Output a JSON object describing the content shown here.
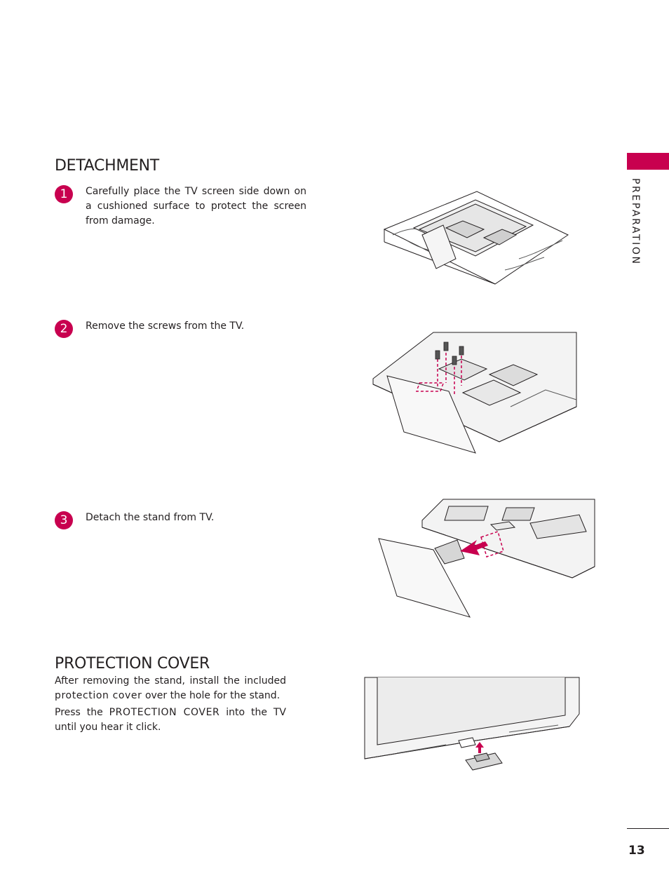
{
  "side_tab": {
    "label": "PREPARATION",
    "color": "#c8004f"
  },
  "page_number": "13",
  "detachment": {
    "title": "DETACHMENT",
    "steps": [
      {
        "number": "1",
        "text": "Carefully place the TV screen side down on a cushioned surface to protect the screen from damage."
      },
      {
        "number": "2",
        "text": "Remove the screws from the TV."
      },
      {
        "number": "3",
        "text": "Detach the stand from TV."
      }
    ]
  },
  "protection_cover": {
    "title": "PROTECTION COVER",
    "para1_before": "After removing the stand, install the included",
    "para1_emph": "protection cover",
    "para1_after": "over the hole for the stand.",
    "para2_before": "Press the",
    "para2_emph": "PROTECTION COVER",
    "para2_after": "into the TV until you hear it click."
  },
  "accent_color": "#c8004f"
}
